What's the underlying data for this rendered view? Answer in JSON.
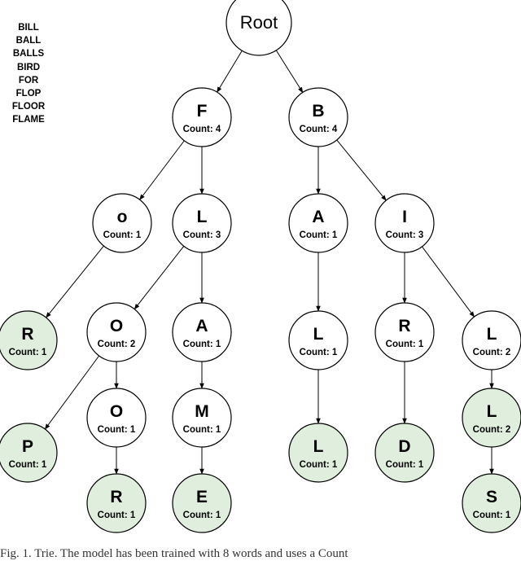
{
  "word_list": [
    "BILL",
    "BALL",
    "BALLS",
    "BIRD",
    "FOR",
    "FLOP",
    "FLOOR",
    "FLAME"
  ],
  "colors": {
    "leaf_fill": "#dfeedd",
    "node_fill": "#ffffff",
    "stroke": "#000000"
  },
  "root": {
    "label": "Root"
  },
  "nodes": [
    {
      "id": "f",
      "letter": "F",
      "count": "Count: 4",
      "terminal": false,
      "parent": "root"
    },
    {
      "id": "b",
      "letter": "B",
      "count": "Count: 4",
      "terminal": false,
      "parent": "root"
    },
    {
      "id": "fo",
      "letter": "o",
      "count": "Count: 1",
      "terminal": false,
      "parent": "f"
    },
    {
      "id": "fl",
      "letter": "L",
      "count": "Count: 3",
      "terminal": false,
      "parent": "f"
    },
    {
      "id": "ba",
      "letter": "A",
      "count": "Count: 1",
      "terminal": false,
      "parent": "b"
    },
    {
      "id": "bi",
      "letter": "I",
      "count": "Count: 3",
      "terminal": false,
      "parent": "b"
    },
    {
      "id": "for",
      "letter": "R",
      "count": "Count: 1",
      "terminal": true,
      "parent": "fo"
    },
    {
      "id": "flo",
      "letter": "O",
      "count": "Count: 2",
      "terminal": false,
      "parent": "fl"
    },
    {
      "id": "fla",
      "letter": "A",
      "count": "Count: 1",
      "terminal": false,
      "parent": "fl"
    },
    {
      "id": "bal",
      "letter": "L",
      "count": "Count: 1",
      "terminal": false,
      "parent": "ba"
    },
    {
      "id": "bir",
      "letter": "R",
      "count": "Count: 1",
      "terminal": false,
      "parent": "bi"
    },
    {
      "id": "bil",
      "letter": "L",
      "count": "Count: 2",
      "terminal": false,
      "parent": "bi"
    },
    {
      "id": "flop",
      "letter": "P",
      "count": "Count: 1",
      "terminal": true,
      "parent": "flo"
    },
    {
      "id": "floo",
      "letter": "O",
      "count": "Count: 1",
      "terminal": false,
      "parent": "flo"
    },
    {
      "id": "flam",
      "letter": "M",
      "count": "Count: 1",
      "terminal": false,
      "parent": "fla"
    },
    {
      "id": "ball",
      "letter": "L",
      "count": "Count: 1",
      "terminal": true,
      "parent": "bal"
    },
    {
      "id": "bird",
      "letter": "D",
      "count": "Count: 1",
      "terminal": true,
      "parent": "bir"
    },
    {
      "id": "bill",
      "letter": "L",
      "count": "Count: 2",
      "terminal": true,
      "parent": "bil"
    },
    {
      "id": "floor",
      "letter": "R",
      "count": "Count: 1",
      "terminal": true,
      "parent": "floo"
    },
    {
      "id": "flame",
      "letter": "E",
      "count": "Count: 1",
      "terminal": true,
      "parent": "flam"
    },
    {
      "id": "bills",
      "letter": "S",
      "count": "Count: 1",
      "terminal": true,
      "parent": "bill"
    }
  ],
  "caption": "Fig. 1. Trie. The model has been trained with 8 words and uses a Count"
}
